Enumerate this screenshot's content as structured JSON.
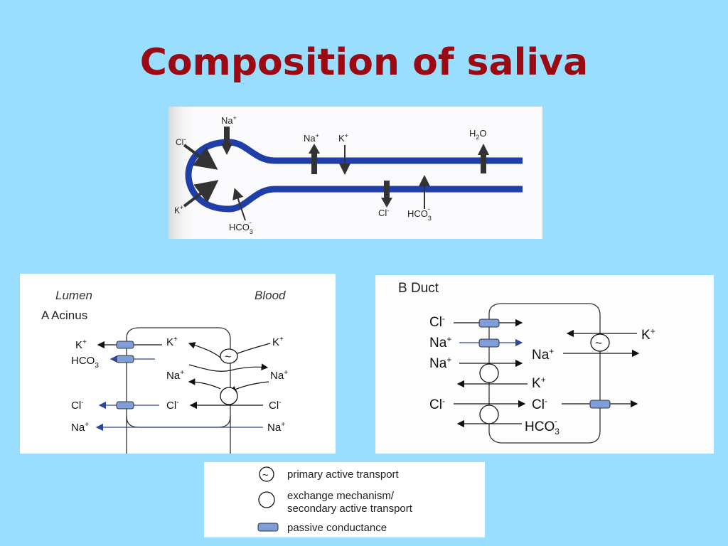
{
  "title": "Composition of saliva",
  "top_diagram": {
    "na": "Na",
    "plus": "+",
    "minus": "-",
    "cl": "Cl",
    "k": "K",
    "hco": "HCO",
    "sub3": "3",
    "subminus": "-",
    "h": "H",
    "sub2": "2",
    "o": "O"
  },
  "acinus": {
    "lumen": "Lumen",
    "blood": "Blood",
    "title": "A  Acinus",
    "k": "K",
    "na": "Na",
    "cl": "Cl",
    "hco": "HCO",
    "sub3": "3",
    "plus": "+",
    "minus": "-",
    "tilde": "~"
  },
  "duct": {
    "title": "B  Duct",
    "cl": "Cl",
    "na": "Na",
    "k": "K",
    "hco": "HCO",
    "sub3": "3",
    "plus": "+",
    "minus": "-",
    "tilde": "~"
  },
  "legend": {
    "tilde": "~",
    "primary": "primary active transport",
    "exchange1": "exchange mechanism/",
    "exchange2": "secondary active transport",
    "passive": "passive conductance"
  },
  "colors": {
    "background": "#99ddff",
    "title": "#9b0a12",
    "tube": "#1f3ea8",
    "channel": "#7f9ed8"
  }
}
